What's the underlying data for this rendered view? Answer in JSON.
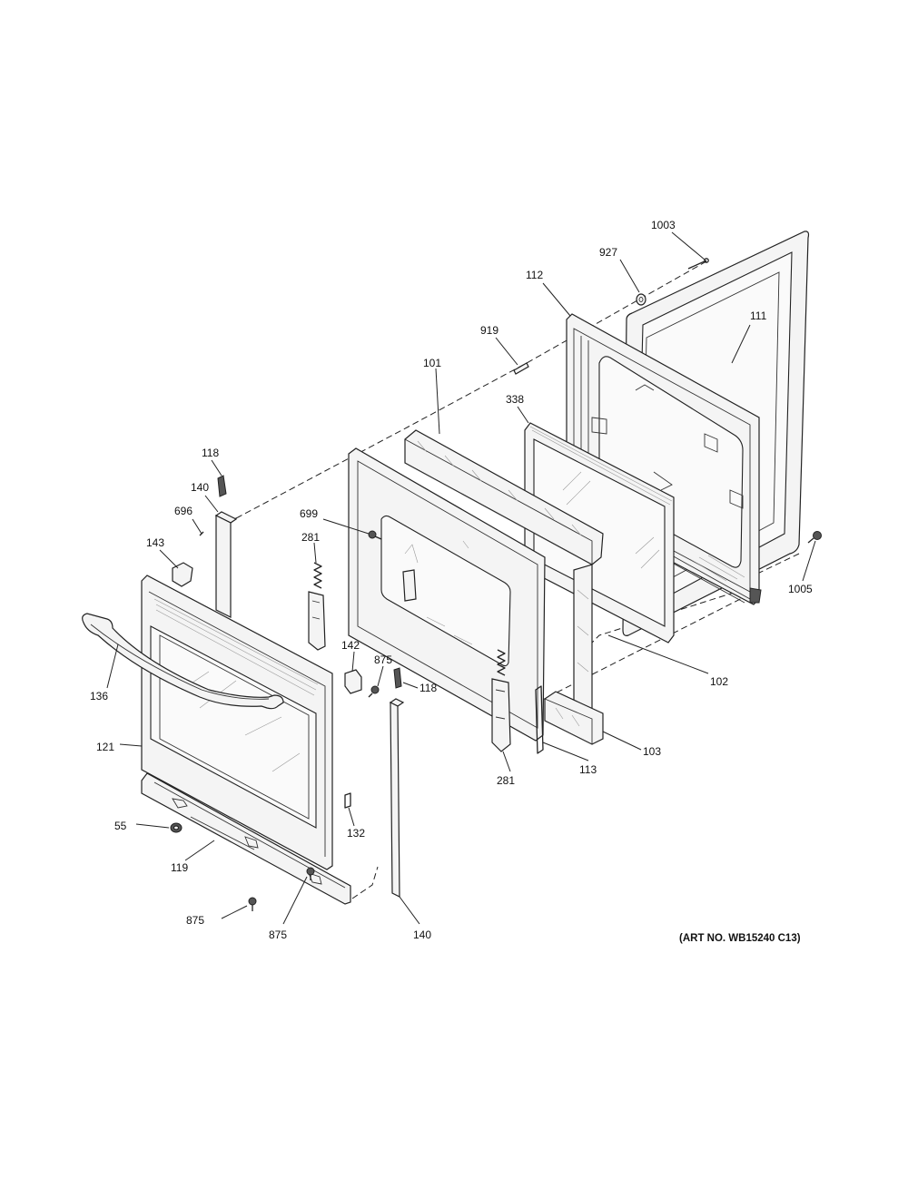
{
  "diagram": {
    "art_number": "(ART NO. WB15240 C13)",
    "callouts": [
      {
        "id": "1003",
        "text": "1003"
      },
      {
        "id": "927",
        "text": "927"
      },
      {
        "id": "112",
        "text": "112"
      },
      {
        "id": "111",
        "text": "111"
      },
      {
        "id": "919",
        "text": "919"
      },
      {
        "id": "101",
        "text": "101"
      },
      {
        "id": "338",
        "text": "338"
      },
      {
        "id": "118a",
        "text": "118"
      },
      {
        "id": "140a",
        "text": "140"
      },
      {
        "id": "696",
        "text": "696"
      },
      {
        "id": "699",
        "text": "699"
      },
      {
        "id": "143",
        "text": "143"
      },
      {
        "id": "281a",
        "text": "281"
      },
      {
        "id": "1005",
        "text": "1005"
      },
      {
        "id": "136",
        "text": "136"
      },
      {
        "id": "142",
        "text": "142"
      },
      {
        "id": "875a",
        "text": "875"
      },
      {
        "id": "118b",
        "text": "118"
      },
      {
        "id": "102",
        "text": "102"
      },
      {
        "id": "121",
        "text": "121"
      },
      {
        "id": "103",
        "text": "103"
      },
      {
        "id": "113",
        "text": "113"
      },
      {
        "id": "281b",
        "text": "281"
      },
      {
        "id": "132",
        "text": "132"
      },
      {
        "id": "55",
        "text": "55"
      },
      {
        "id": "119",
        "text": "119"
      },
      {
        "id": "875b",
        "text": "875"
      },
      {
        "id": "875c",
        "text": "875"
      },
      {
        "id": "140b",
        "text": "140"
      }
    ]
  }
}
